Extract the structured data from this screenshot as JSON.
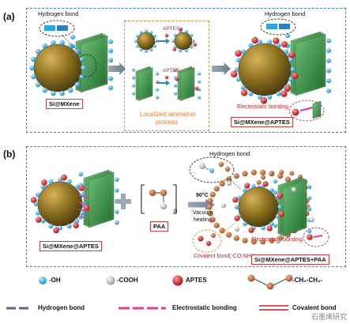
{
  "panel_a": {
    "label": "(a)",
    "hbond_top_left": "Hydrogen bond",
    "hbond_top_right": "Hydrogen bond",
    "si_mxene_tag": "Si@MXene",
    "aptes_1": "APTES",
    "aptes_2": "APTES",
    "inset_caption_1": "Localized amination",
    "inset_caption_2": "process",
    "electrostatic": "Electrostatic bonding",
    "product_tag": "Si@MXene@APTES"
  },
  "panel_b": {
    "label": "(b)",
    "reactant_tag": "Si@MXene@APTES",
    "paa_tag": "PAA",
    "subscript_n": "n",
    "temp": "90°C",
    "vacuum": "Vacuum",
    "heating": "heating",
    "hbond": "Hydrogen bond",
    "electrostatic": "Electrostatic bonding",
    "covalent": "Covalent bond(-CO-NH-)",
    "product_tag": "Si@MXene@APTES+PAA"
  },
  "legend": {
    "oh": "-OH",
    "cooh": "-COOH",
    "aptes": "APTES",
    "chain": "-CH₂-CH₂-",
    "hbond": "Hydrogen bond",
    "electrostatic": "Electrostatic bonding",
    "covalent": "Covalent bond"
  },
  "watermark": "石墨烯研究",
  "colors": {
    "panel_border": "#2e86c8",
    "inset_border": "#f08a3a",
    "sphere": "#8a6d1e",
    "oh_blue": "#29a8e0",
    "aptes_red": "#d42020",
    "sheet_green": "#2f8a3a",
    "chain_brown": "#b8693a"
  }
}
